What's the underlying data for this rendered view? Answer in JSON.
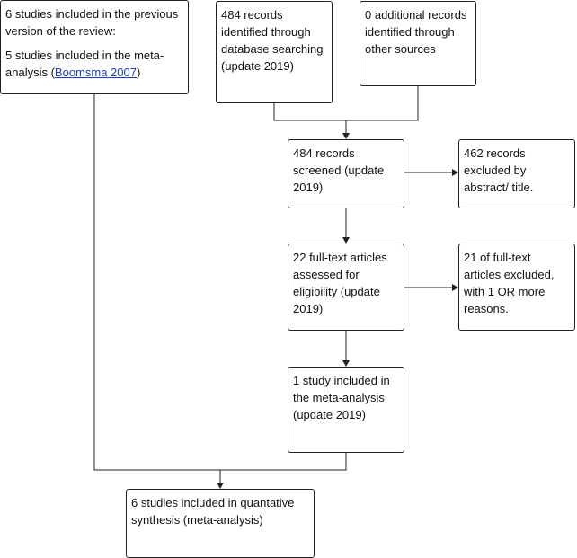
{
  "previous_review": {
    "line1": "6 studies included in the previous version of the review:",
    "line2_prefix": "5 studies included in the meta-analysis (",
    "line2_link": "Boomsma 2007",
    "line2_suffix": ")"
  },
  "database_records": {
    "text": "484 records identified through database searching (update 2019)"
  },
  "other_sources": {
    "text": "0 additional records identified through other sources"
  },
  "screened": {
    "text": "484 records screened (update 2019)"
  },
  "excluded_abstract": {
    "text": "462 records excluded by abstract/ title."
  },
  "full_text_assessed": {
    "text": "22 full-text articles assessed for eligibility (update 2019)"
  },
  "full_text_excluded": {
    "text": "21 of full-text articles excluded, with 1 OR more reasons."
  },
  "included_meta": {
    "text": "1 study included in the meta-analysis (update 2019)"
  },
  "quantitative_synthesis": {
    "text": "6 studies included in quantative synthesis (meta-analysis)"
  },
  "colors": {
    "border": "#222222",
    "link": "#1a3fc8",
    "text": "#111111"
  }
}
